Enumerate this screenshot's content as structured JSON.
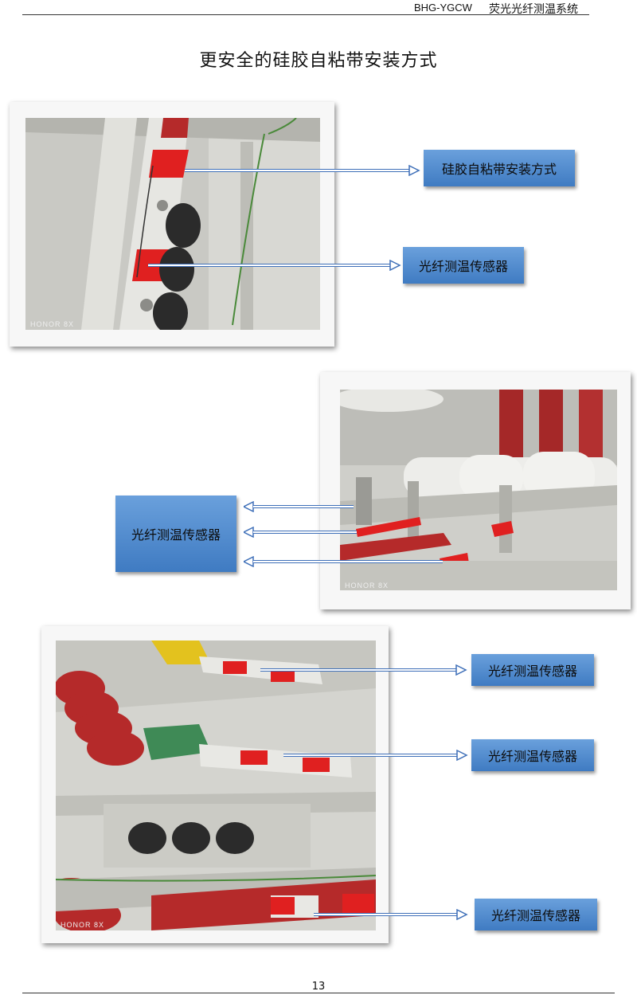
{
  "header": {
    "code": "BHG-YGCW",
    "system": "荧光光纤测温系统"
  },
  "title": "更安全的硅胶自粘带安装方式",
  "photos": {
    "p1": {
      "watermark": "HONOR 8X"
    },
    "p2": {
      "watermark": "HONOR 8X"
    },
    "p3": {
      "watermark": "HONOR 8X"
    }
  },
  "callouts": {
    "c1": "硅胶自粘带安装方式",
    "c2": "光纤测温传感器",
    "c3": "光纤测温传感器",
    "c4": "光纤测温传感器",
    "c5": "光纤测温传感器",
    "c6": "光纤测温传感器"
  },
  "page_number": "13",
  "colors": {
    "callout": "#4f8ad0",
    "tape": "#e02020",
    "insulator": "#b52a2a",
    "arrow": "#3e6fb8"
  }
}
